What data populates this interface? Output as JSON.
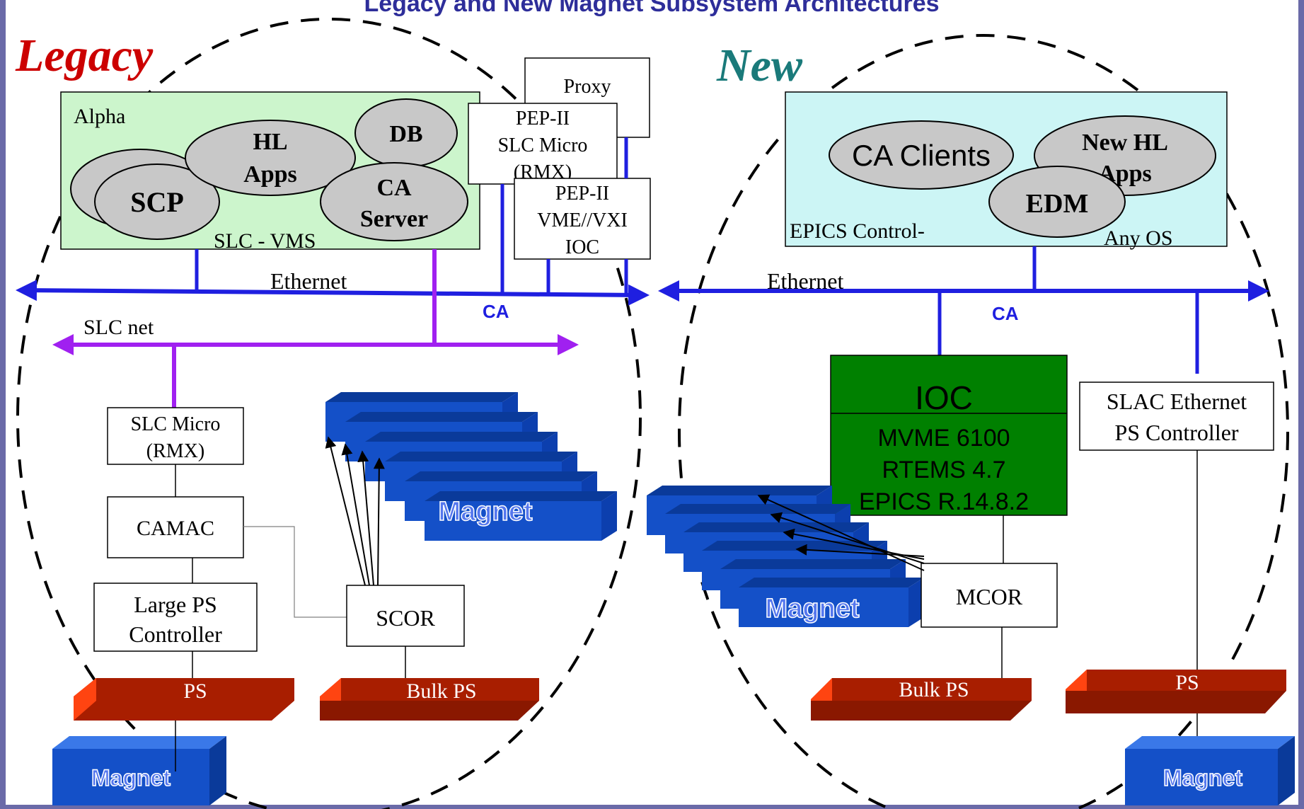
{
  "title": "Legacy and New Magnet Subsystem Architectures",
  "colors": {
    "title": "#2e2e9a",
    "legacy_heading": "#cc0000",
    "new_heading": "#1a7a7a",
    "alpha_box": "#ccf5cc",
    "epics_box": "#ccf5f5",
    "ellipse": "#c8c8c8",
    "ethernet": "#1f1fe0",
    "slcnet": "#a020f0",
    "ioc": "#008000",
    "ps_front": "#a81e00",
    "ps_side": "#ff3300",
    "magnet": "#1450c8",
    "frame": "#6a6aa8"
  },
  "legacy": {
    "heading": "Legacy",
    "alpha_label": "Alpha",
    "vms_label": "SLC - VMS",
    "nodes": {
      "hl_apps": [
        "HL",
        "Apps"
      ],
      "db": "DB",
      "scp": "SCP",
      "ca_server": [
        "CA",
        "Server"
      ],
      "proxy": "Proxy",
      "pep_micro": [
        "PEP-II",
        "SLC Micro",
        "(RMX)"
      ],
      "pep_ioc": [
        "PEP-II",
        "VME//VXI",
        "IOC"
      ],
      "slc_micro": [
        "SLC Micro",
        "(RMX)"
      ],
      "camac": "CAMAC",
      "large_ps": [
        "Large PS",
        "Controller"
      ],
      "scor": "SCOR",
      "ps": "PS",
      "bulk_ps": "Bulk PS",
      "magnet_big": "Magnet",
      "magnet_small": "Magnet"
    },
    "ethernet_label": "Ethernet",
    "ca_label": "CA",
    "slcnet_label": "SLC net"
  },
  "new": {
    "heading": "New",
    "epics_label": "EPICS Control-",
    "anyos_label": "Any OS",
    "nodes": {
      "ca_clients": "CA Clients",
      "new_hl_apps": [
        "New HL",
        "Apps"
      ],
      "edm": "EDM",
      "ioc_title": "IOC",
      "ioc_lines": [
        "MVME 6100",
        "RTEMS 4.7",
        "EPICS R.14.8.2"
      ],
      "slac_ps": [
        "SLAC Ethernet",
        "PS Controller"
      ],
      "mcor": "MCOR",
      "bulk_ps": "Bulk PS",
      "ps": "PS",
      "magnet_big": "Magnet",
      "magnet_small": "Magnet"
    },
    "ethernet_label": "Ethernet",
    "ca_label": "CA"
  }
}
